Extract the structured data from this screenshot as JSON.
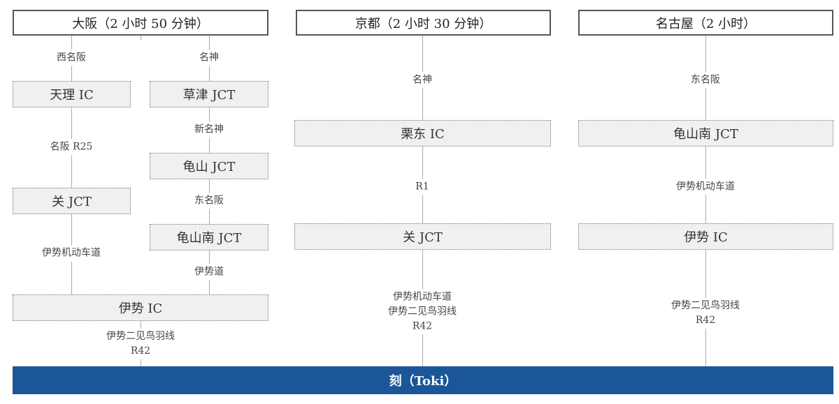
{
  "origins": {
    "osaka": "大阪（2 小时 50 分钟）",
    "kyoto": "京都（2 小时 30 分钟）",
    "nagoya": "名古屋（2 小时）"
  },
  "osaka": {
    "left_route": {
      "road1": "西名阪",
      "node1": "天理 IC",
      "road2": "名阪 R25",
      "node2": "关 JCT",
      "road3": "伊势机动车道"
    },
    "right_route": {
      "road1": "名神",
      "node1": "草津 JCT",
      "road2": "新名神",
      "node2": "龟山 JCT",
      "road3": "东名阪",
      "node3": "龟山南 JCT",
      "road4": "伊势道"
    },
    "merge_node": "伊势 IC",
    "final_road": [
      "伊势二见鸟羽线",
      "R42"
    ]
  },
  "kyoto": {
    "road1": "名神",
    "node1": "栗东 IC",
    "road2": "R1",
    "node2": "关 JCT",
    "final_road": [
      "伊势机动车道",
      "伊势二见鸟羽线",
      "R42"
    ]
  },
  "nagoya": {
    "road1": "东名阪",
    "node1": "龟山南 JCT",
    "road2": "伊势机动车道",
    "node2": "伊势 IC",
    "final_road": [
      "伊势二见鸟羽线",
      "R42"
    ]
  },
  "destination": "刻（Toki）",
  "colors": {
    "destination_bg": "#1b5699",
    "line": "#aaaaaa",
    "node_bg": "#f0f0f0"
  }
}
